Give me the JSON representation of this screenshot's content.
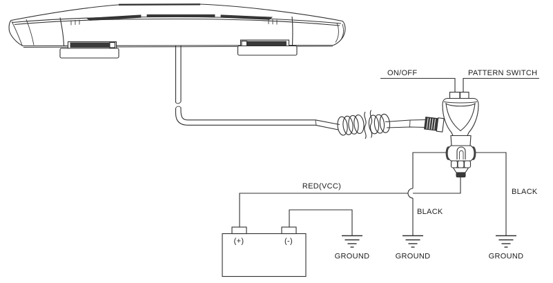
{
  "labels": {
    "on_off": "ON/OFF",
    "pattern_switch": "PATTERN SWITCH",
    "red_vcc": "RED(VCC)",
    "blacks": [
      "BLACK",
      "BLACK"
    ],
    "grounds": [
      "GROUND",
      "GROUND",
      "GROUND"
    ],
    "battery_positive": "(+)",
    "battery_negative": "(-)"
  },
  "colors": {
    "line": "#2f2f2f",
    "dark_fill": "#3a3a3a",
    "background": "#ffffff",
    "text": "#1c1c1c"
  }
}
